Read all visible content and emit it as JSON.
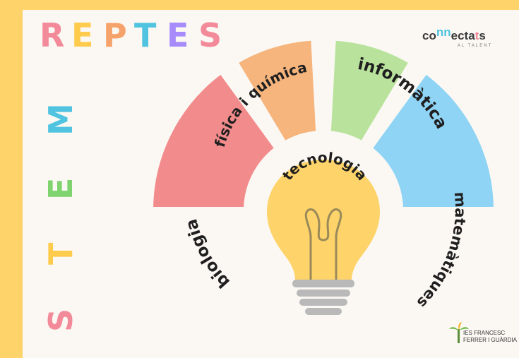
{
  "title": {
    "letters": [
      {
        "char": "R",
        "color": "#f28a9a"
      },
      {
        "char": "E",
        "color": "#ffcb4d"
      },
      {
        "char": "P",
        "color": "#f5a36a"
      },
      {
        "char": "T",
        "color": "#4fc3e0"
      },
      {
        "char": "E",
        "color": "#a78bfa"
      },
      {
        "char": "S",
        "color": "#f28a9a"
      }
    ]
  },
  "stem": {
    "letters": [
      {
        "char": "S",
        "color": "#f28a9a"
      },
      {
        "char": "T",
        "color": "#ffcb4d"
      },
      {
        "char": "E",
        "color": "#7fd36f"
      },
      {
        "char": "M",
        "color": "#4fc3e0"
      }
    ]
  },
  "logo": {
    "name_part1": "co",
    "name_part2": "nn",
    "name_part3": "ecta",
    "name_part4": "t",
    "name_part5": "s",
    "tagline": "AL TALENT"
  },
  "school": {
    "line1": "IES FRANCESC",
    "line2": "FERRER I GUÀRDIA"
  },
  "segments": [
    {
      "id": "biologia",
      "label": "biologia",
      "color": "#f28b8b"
    },
    {
      "id": "fisica",
      "label": "física i química",
      "color": "#f6b57d"
    },
    {
      "id": "informatica",
      "label": "informàtica",
      "color": "#b9e39c"
    },
    {
      "id": "matematiques",
      "label": "matemàtiques",
      "color": "#8fd3f5"
    }
  ],
  "center": {
    "label": "tecnologia",
    "bulb_color": "#fdd36a",
    "base_color": "#b9b9b9"
  }
}
